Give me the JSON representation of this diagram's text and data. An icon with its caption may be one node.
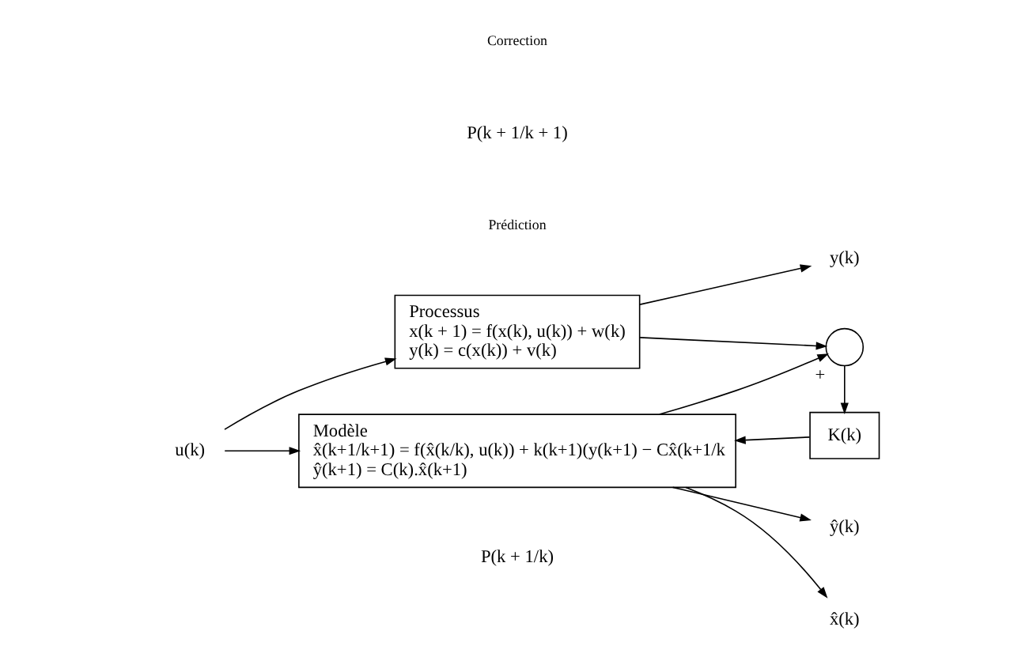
{
  "diagram": {
    "nodes": [
      {
        "text": [
          "u(k)"
        ]
      },
      {
        "text": [
          "Processus",
          "x(k + 1) = f(x(k), u(k)) + w(k)",
          "y(k) = c(x(k)) + v(k)"
        ]
      },
      {
        "text": [
          "y(k)"
        ]
      },
      {
        "text": [],
        "shape": "circle",
        "beside": [
          "+"
        ]
      },
      {
        "text": [
          "K(k)"
        ]
      },
      {
        "text": [
          "Modèle",
          "x̂(k+1/k+1) = f(x̂(k/k), u(k)) + k(k+1)(y(k+1) − Cx̂(k+1/k",
          "ŷ(k+1) = C(k).x̂(k+1)"
        ]
      },
      {
        "text": [
          "ŷ(k)"
        ]
      },
      {
        "text": [
          "x̂(k)"
        ]
      }
    ],
    "edges": [
      {
        "from": 0,
        "to": 1,
        "arrow": "to"
      },
      {
        "from": 0,
        "to": 5,
        "arrow": "to"
      },
      {
        "from": 1,
        "to": 2,
        "arrow": "to"
      },
      {
        "from": 1,
        "to": 3,
        "arrow": "to"
      },
      {
        "from": 3,
        "to": 4,
        "arrow": "to"
      },
      {
        "from": 4,
        "to": 5,
        "arrow": "to"
      },
      {
        "from": 5,
        "to": 6,
        "arrow": "to"
      },
      {
        "from": 5,
        "to": 3,
        "arrow": "to"
      },
      {
        "from": 5,
        "to": 7,
        "arrow": "to"
      }
    ],
    "labels": [
      "P(k + 1/k)",
      "Prédiction",
      "P(k + 1/k + 1)",
      "Correction"
    ]
  }
}
